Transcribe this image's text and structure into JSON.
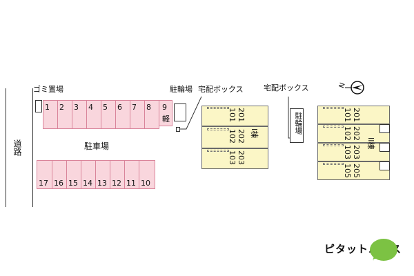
{
  "road": {
    "label": "道路"
  },
  "garbage": {
    "label": "ゴミ置場"
  },
  "parking": {
    "label": "駐車場",
    "top_row": [
      "1",
      "2",
      "3",
      "4",
      "5",
      "6",
      "7",
      "8",
      "9"
    ],
    "top_extra": "軽",
    "bottom_row": [
      "17",
      "16",
      "15",
      "14",
      "13",
      "12",
      "11",
      "10"
    ]
  },
  "bike_parking_1": {
    "label": "駐輪場"
  },
  "delivery_box_1": {
    "label": "宅配ボックス"
  },
  "building_1": {
    "label": "I棟",
    "units": [
      [
        "201",
        "101"
      ],
      [
        "202",
        "102"
      ],
      [
        "203",
        "103"
      ]
    ]
  },
  "delivery_box_2": {
    "label": "宅配ボックス"
  },
  "bike_parking_2": {
    "label": "駐輪場"
  },
  "building_2": {
    "label": "II棟",
    "units": [
      [
        "201",
        "101"
      ],
      [
        "202",
        "102"
      ],
      [
        "203",
        "103"
      ],
      [
        "205",
        "105"
      ]
    ]
  },
  "compass": {
    "label": "N"
  },
  "brand": {
    "name": "ピタットハウス",
    "accent_color": "#7cc243"
  }
}
